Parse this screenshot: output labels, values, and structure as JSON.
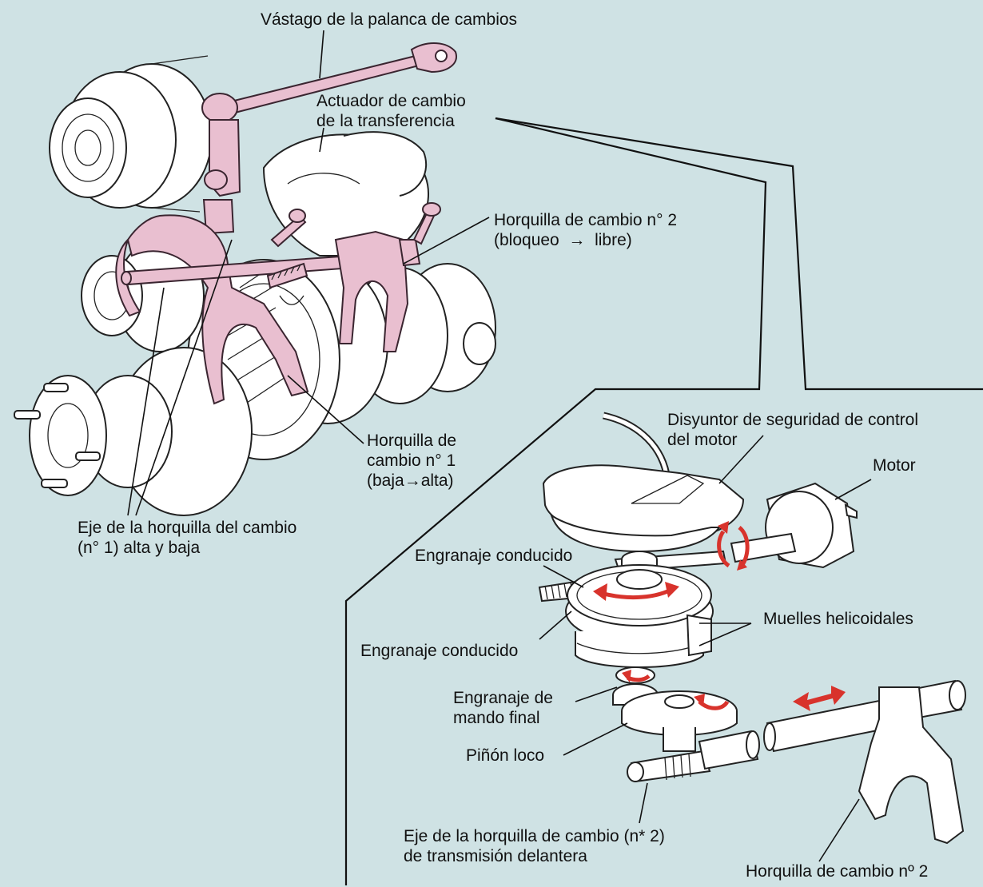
{
  "colors": {
    "background": "#cfe2e4",
    "highlight_parts": "#e9bfd0",
    "motion_arrows": "#d8332c",
    "line_art": "#222222"
  },
  "labels": {
    "shift_lever_rod": "Vástago de la palanca de cambios",
    "transfer_actuator": [
      "Actuador de cambio",
      "de la transferencia"
    ],
    "fork_no2_top": [
      "Horquilla de cambio n° 2",
      "(bloqueo  →  libre)"
    ],
    "fork_no1": [
      "Horquilla de",
      "cambio n° 1",
      "(baja→alta)"
    ],
    "fork_shaft_no1": [
      "Eje de la horquilla del cambio",
      "(n° 1) alta y baja"
    ],
    "safety_breaker": [
      "Disyuntor de seguridad de control",
      "del motor"
    ],
    "motor": "Motor",
    "driven_gear_upper": "Engranaje conducido",
    "coil_springs": "Muelles helicoidales",
    "driven_gear_lower": "Engranaje conducido",
    "final_drive_gear": [
      "Engranaje de",
      "mando final"
    ],
    "idler_pinion": "Piñón loco",
    "front_fork_shaft_no2": [
      "Eje de la horquilla de cambio (n* 2)",
      "de transmisión delantera"
    ],
    "fork_no2_bottom": "Horquilla de cambio nº 2"
  }
}
